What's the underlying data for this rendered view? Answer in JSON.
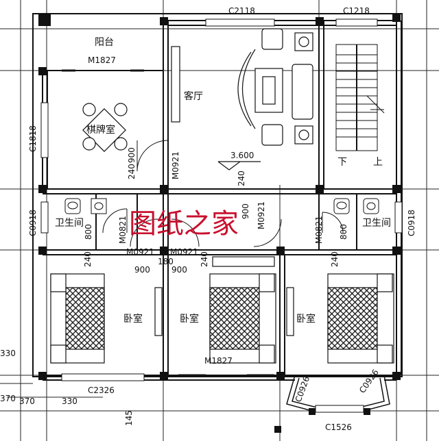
{
  "rooms": {
    "balcony": "阳台",
    "living": "客厅",
    "chess_room": "棋牌室",
    "bath_left": "卫生间",
    "bath_right": "卫生间",
    "bed_left": "卧室",
    "bed_mid": "卧室",
    "bed_right": "卧室"
  },
  "stairs": {
    "down": "下",
    "up": "上"
  },
  "level": "3.600",
  "watermark": "图纸之家",
  "windows": {
    "top_mid": "C2118",
    "top_right": "C1218",
    "left_chess": "C1818",
    "left_bath": "C0918",
    "right_bath": "C0918",
    "bottom_left": "C2326",
    "bay_left": "C0926",
    "bay_right": "C0926",
    "bay_bottom": "C1526"
  },
  "doors": {
    "balcony": "M1827",
    "living": "M0921",
    "bath_left": "M0821",
    "bath_right": "M0821",
    "bed_left": "M0921",
    "bed_mid": "M0921",
    "stair": "M0921",
    "bottom_mid": "M1827"
  },
  "dims": {
    "d240_a": "240",
    "d900_a": "900",
    "d240_b": "240",
    "d900_b": "900",
    "d800_a": "800",
    "d800_b": "800",
    "d240_c": "240",
    "d900_c": "900",
    "d180": "180",
    "d900_d": "900",
    "d240_d": "240",
    "d240_e": "240",
    "d370_a": "370",
    "d370_b": "370",
    "d330_a": "330",
    "d330_b": "330",
    "d145": "145"
  }
}
